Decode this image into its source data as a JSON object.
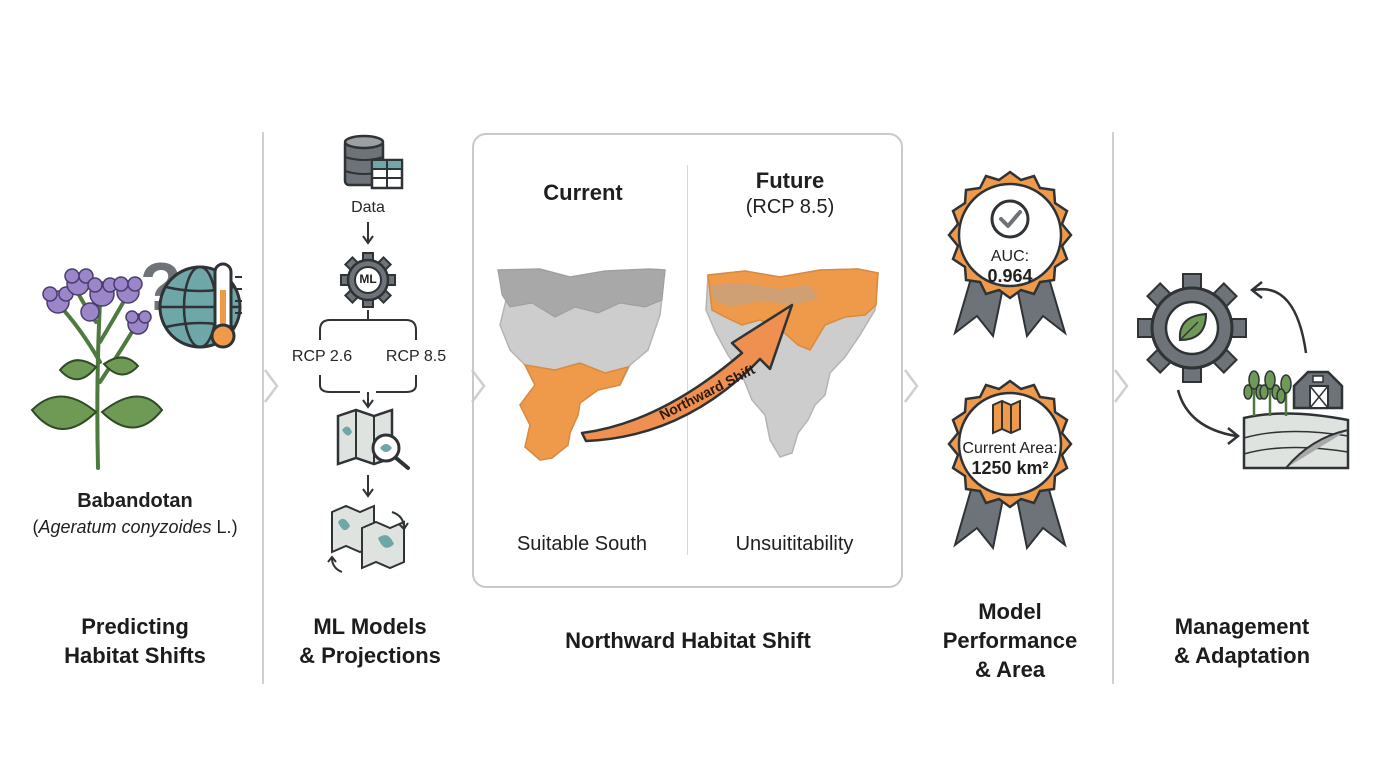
{
  "species": {
    "common_name": "Babandotan",
    "scientific_name": "Ageratum conyzoides",
    "author": "L."
  },
  "sections": {
    "s1": {
      "line1": "Predicting",
      "line2": "Habitat Shifts"
    },
    "s2": {
      "line1": "ML Models",
      "line2": "& Projections"
    },
    "s3": {
      "line1": "Northward Habitat Shift"
    },
    "s4": {
      "line1": "Model",
      "line2": "Performance",
      "line3": "& Area"
    },
    "s5": {
      "line1": "Management",
      "line2": "& Adaptation"
    }
  },
  "pipeline": {
    "data_label": "Data",
    "ml_label": "ML",
    "scenario_low": "RCP 2.6",
    "scenario_high": "RCP 8.5"
  },
  "maps": {
    "current_title": "Current",
    "future_title": "Future",
    "future_scenario": "(RCP 8.5)",
    "arrow_label": "Northward Shift",
    "current_caption": "Suitable South",
    "future_caption": "Unsuititability"
  },
  "badges": {
    "auc_label": "AUC:",
    "auc_value": "0.964",
    "area_label": "Current Area:",
    "area_value": "1250 km²"
  },
  "colors": {
    "orange": "#ef9a4a",
    "gray": "#6d7378",
    "teal": "#6fa6a8",
    "purple": "#9a86c8",
    "leaf": "#6e9a55"
  }
}
